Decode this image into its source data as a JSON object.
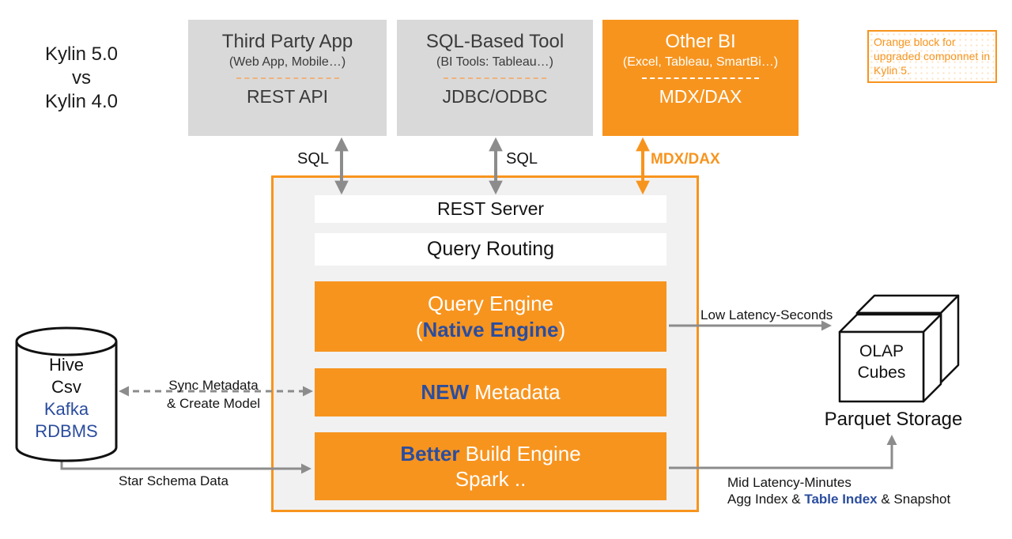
{
  "title": {
    "text": "Kylin 5.0\nvs\nKylin 4.0"
  },
  "legend": {
    "text": "Orange block for upgraded componnet in Kylin 5."
  },
  "top_boxes": {
    "third_party": {
      "title": "Third Party App",
      "subtitle": "(Web App, Mobile…)",
      "api": "REST API"
    },
    "sql_tool": {
      "title": "SQL-Based Tool",
      "subtitle": "(BI Tools: Tableau…)",
      "api": "JDBC/ODBC"
    },
    "other_bi": {
      "title": "Other BI",
      "subtitle": "(Excel, Tableau, SmartBi…)",
      "api": "MDX/DAX"
    }
  },
  "arrow_labels": {
    "sql_left": "SQL",
    "sql_middle": "SQL",
    "mdx_dax": "MDX/DAX",
    "low_latency": "Low Latency-Seconds",
    "sync_metadata": "Sync Metadata\n& Create Model",
    "star_schema": "Star Schema Data",
    "mid_latency": "Mid Latency-Minutes",
    "agg_prefix": "Agg Index & ",
    "table_index": "Table Index",
    "agg_suffix": " & Snapshot"
  },
  "kylin_server": {
    "rest_server": "REST Server",
    "query_routing": "Query Routing",
    "query_engine": {
      "line1": "Query Engine",
      "paren_open": "(",
      "highlight": "Native Engine",
      "paren_close": ")"
    },
    "metadata": {
      "highlight": "NEW",
      "rest": " Metadata"
    },
    "build_engine": {
      "highlight": "Better",
      "rest": " Build Engine",
      "line2": "Spark .."
    }
  },
  "data_sources": {
    "line1": "Hive",
    "line2": "Csv",
    "line3": "Kafka",
    "line4": "RDBMS"
  },
  "storage": {
    "cubes": "OLAP\nCubes",
    "label": "Parquet Storage"
  },
  "colors": {
    "orange": "#F7941E",
    "navy": "#2B4D9E",
    "gray_box": "#D9D9D9",
    "container_bg": "#F1F1F1",
    "arrow": "#8C8C8C"
  }
}
